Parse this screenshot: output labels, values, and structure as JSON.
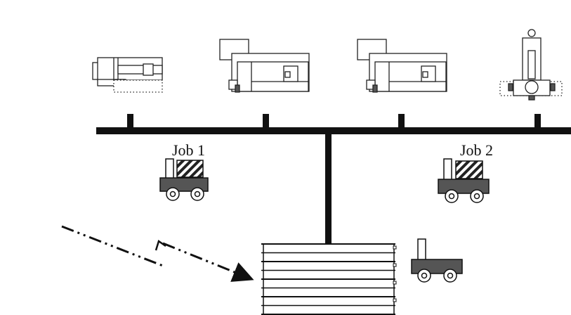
{
  "labels": {
    "job1": "Job 1",
    "job2": "Job 2"
  },
  "colors": {
    "line": "#111111",
    "vehicle_body": "#555555",
    "background": "#ffffff"
  },
  "machines": [
    "machine-1",
    "machine-2",
    "machine-3",
    "robot-cell"
  ],
  "vehicles": [
    "agv-job-1",
    "agv-job-2",
    "agv-idle"
  ],
  "storage_rack_shelves": 8
}
